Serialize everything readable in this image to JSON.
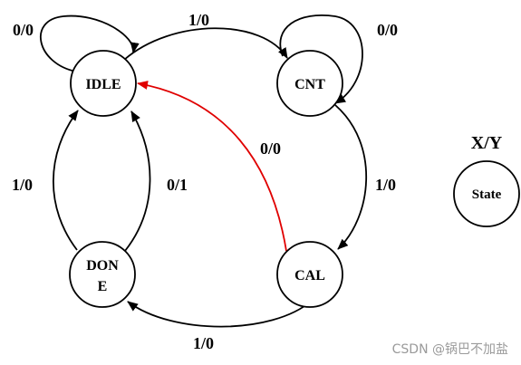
{
  "diagram": {
    "states": {
      "idle": "IDLE",
      "cnt": "CNT",
      "cal": "CAL",
      "done_line1": "DON",
      "done_line2": "E"
    },
    "transitions": {
      "idle_self": "0/0",
      "idle_to_cnt": "1/0",
      "cnt_self": "0/0",
      "cnt_to_cal": "1/0",
      "cal_to_idle": "0/0",
      "cal_to_done": "1/0",
      "done_to_idle_left": "1/0",
      "done_to_idle_right": "0/1"
    },
    "highlight_color": "#e00000"
  },
  "legend": {
    "title": "X/Y",
    "state_label": "State"
  },
  "watermark": "CSDN @锅巴不加盐"
}
